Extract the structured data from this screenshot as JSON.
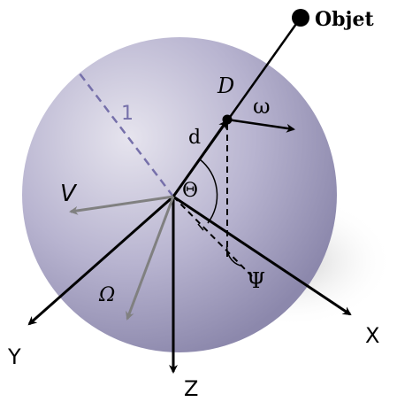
{
  "labels": {
    "object": "Objet",
    "distance_total": "D",
    "distance_sub": "d",
    "unit_radius": "1",
    "angle_theta": "Θ",
    "angle_psi": "Ψ",
    "omega_small": "ω",
    "omega_big": "Ω",
    "velocity": "V",
    "axis_x": "X",
    "axis_y": "Y",
    "axis_z": "Z"
  },
  "colors": {
    "sphere_light": "#e6e4ee",
    "sphere_mid": "#b4b0cc",
    "sphere_dark": "#8c88ac",
    "shadow": "#d9d9d9",
    "radius_dash": "#7670aa",
    "ink": "#000000",
    "grey_vector": "#808080"
  }
}
